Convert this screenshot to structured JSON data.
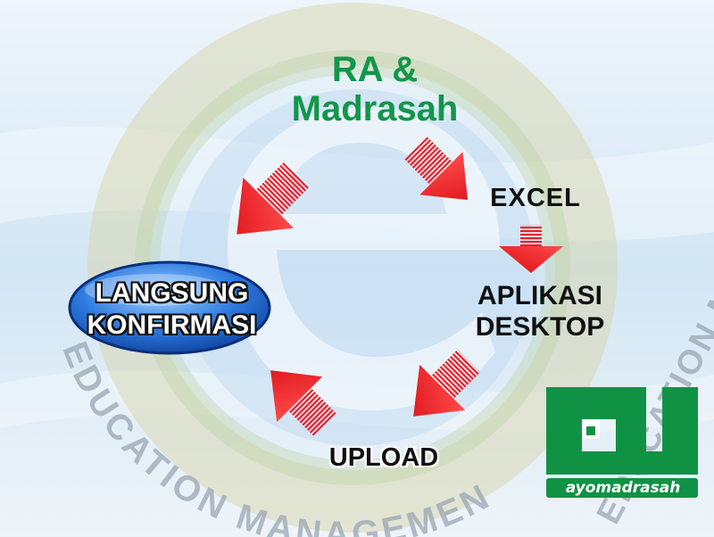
{
  "title": {
    "line1": "RA &",
    "line2": "Madrasah"
  },
  "steps": {
    "excel": "EXCEL",
    "app_line1": "APLIKASI",
    "app_line2": "DESKTOP",
    "upload": "UPLOAD",
    "confirm_line1": "LANGSUNG",
    "confirm_line2": "KONFIRMASI"
  },
  "watermark": {
    "left_text": "EDUCATION MANAGEMENT INFORMATION SYSTEM",
    "right_text": "EDUCATION MANAGEMENT INFORMATION SYSTEM"
  },
  "logo": {
    "text": "ayomadrasah"
  },
  "colors": {
    "title_green": "#13964a",
    "arrow_red": "#ee1c24",
    "logo_green": "#109245",
    "oval_blue": "#1e63c4"
  }
}
